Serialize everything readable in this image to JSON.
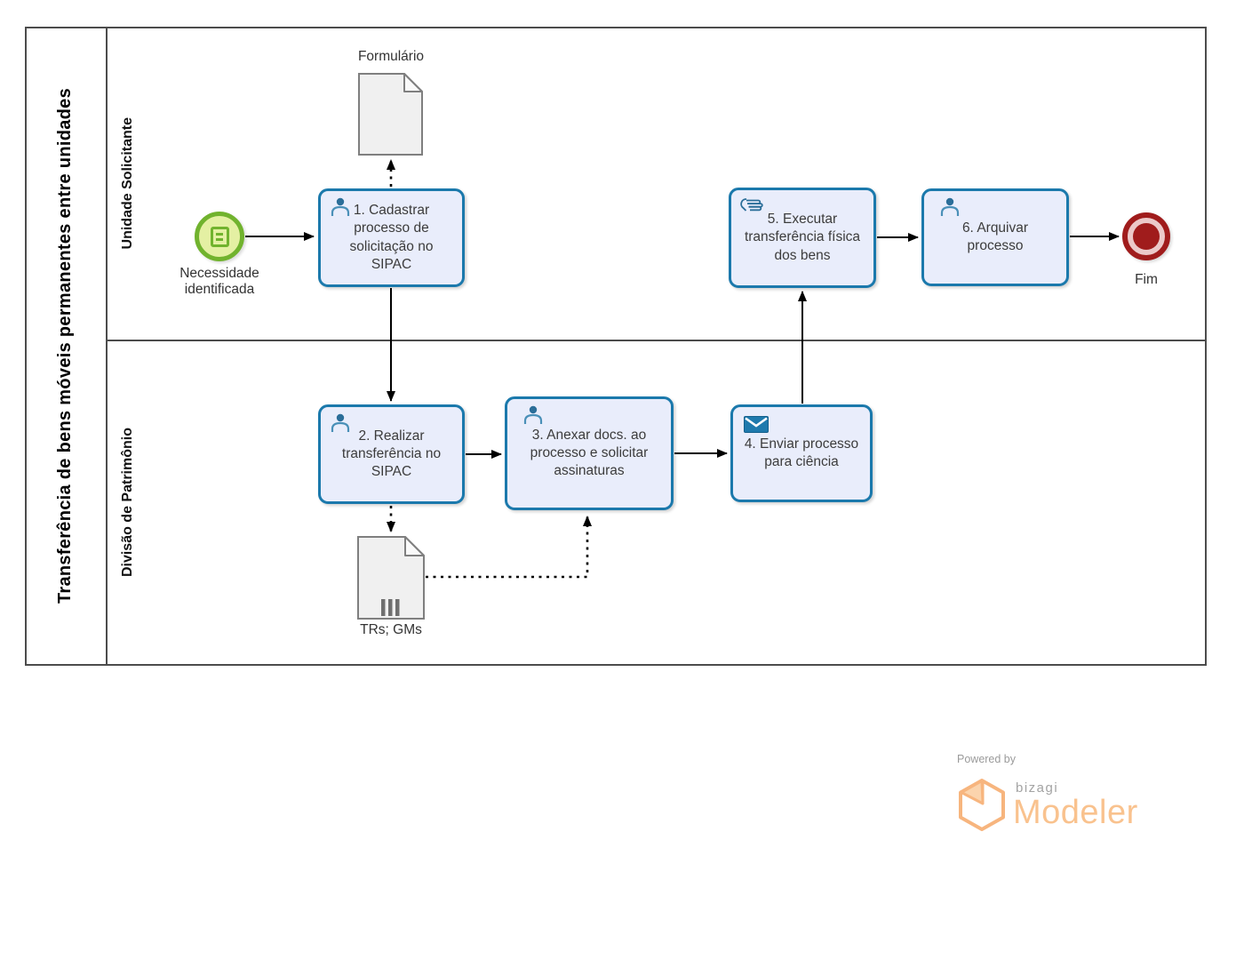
{
  "pool": {
    "title": "Transferência de bens móveis permanentes entre unidades",
    "lanes": [
      {
        "label": "Unidade Solicitante"
      },
      {
        "label": "Divisão de Patrimônio"
      }
    ]
  },
  "events": {
    "start": {
      "type": "conditional-start",
      "label": "Necessidade identificada"
    },
    "end": {
      "type": "end",
      "label": "Fim"
    }
  },
  "tasks": [
    {
      "label": "1. Cadastrar processo de solicitação no SIPAC",
      "icon": "user-icon",
      "lane": "Unidade Solicitante"
    },
    {
      "label": "2. Realizar transferência no SIPAC",
      "icon": "user-icon",
      "lane": "Divisão de Patrimônio"
    },
    {
      "label": "3. Anexar docs. ao processo e solicitar assinaturas",
      "icon": "user-icon",
      "lane": "Divisão de Patrimônio"
    },
    {
      "label": "4. Enviar processo para ciência",
      "icon": "send-envelope-icon",
      "lane": "Divisão de Patrimônio"
    },
    {
      "label": "5. Executar transferência física dos bens",
      "icon": "manual-hand-icon",
      "lane": "Unidade Solicitante"
    },
    {
      "label": "6. Arquivar processo",
      "icon": "user-icon",
      "lane": "Unidade Solicitante"
    }
  ],
  "documents": [
    {
      "label": "Formulário",
      "multi_instance": false
    },
    {
      "label": "TRs; GMs",
      "multi_instance": true
    }
  ],
  "branding": {
    "powered_by": "Powered by",
    "brand": "bizagi",
    "product": "Modeler"
  },
  "colors": {
    "task_border": "#1b79ac",
    "task_fill": "#e9edfb",
    "task_icon_blue": "#2b6e99",
    "start_border": "#71b32e",
    "start_fill": "#e4f0a3",
    "end_red": "#a01c1c",
    "doc_fill": "#f0f0f0",
    "doc_border": "#7f7f7f",
    "pool_line": "#4c4c4c",
    "flow_line": "#000000",
    "brand_orange": "#f9c28e",
    "brand_gray": "#9b9b9b"
  }
}
